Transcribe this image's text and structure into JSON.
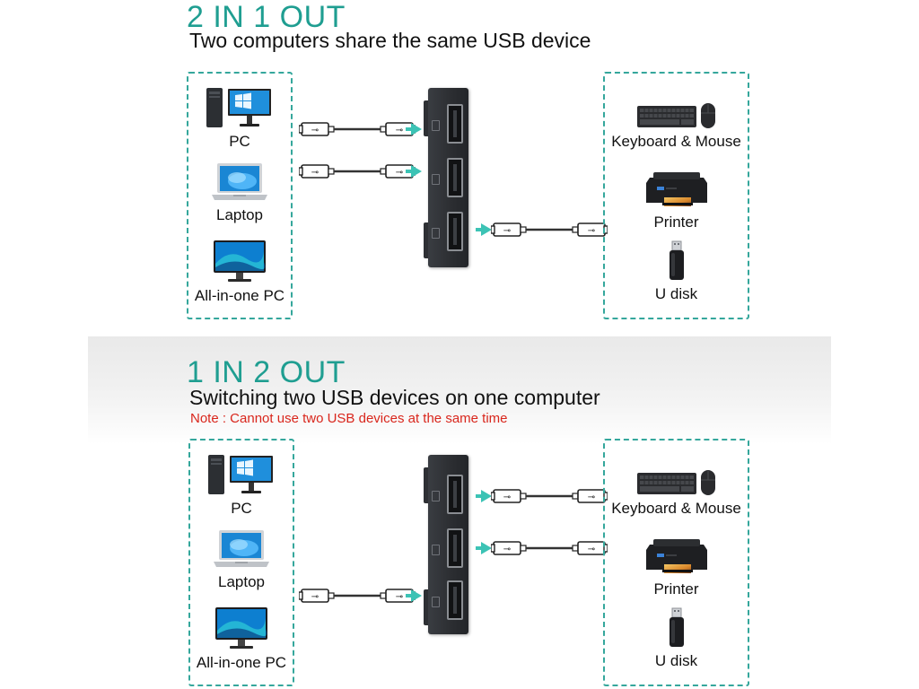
{
  "section1": {
    "heading": "2 IN 1 OUT",
    "subheading": "Two computers share the same USB device",
    "computers": [
      "PC",
      "Laptop",
      "All-in-one PC"
    ],
    "devices": [
      "Keyboard & Mouse",
      "Printer",
      "U disk"
    ]
  },
  "section2": {
    "heading": "1 IN 2 OUT",
    "subheading": "Switching two USB devices on one computer",
    "note": "Note : Cannot use two USB devices at the same time",
    "computers": [
      "PC",
      "Laptop",
      "All-in-one PC"
    ],
    "devices": [
      "Keyboard & Mouse",
      "Printer",
      "U disk"
    ]
  },
  "colors": {
    "accent": "#1f9e91",
    "dashed_border": "#35a79c",
    "arrow": "#3cc3b5",
    "note": "#d9261c",
    "switch_body": "#2b2d31"
  },
  "icons": [
    "desktop-pc-icon",
    "laptop-icon",
    "all-in-one-pc-icon",
    "keyboard-mouse-icon",
    "printer-icon",
    "usb-disk-icon",
    "usb-cable-icon",
    "usb-switch-icon"
  ]
}
